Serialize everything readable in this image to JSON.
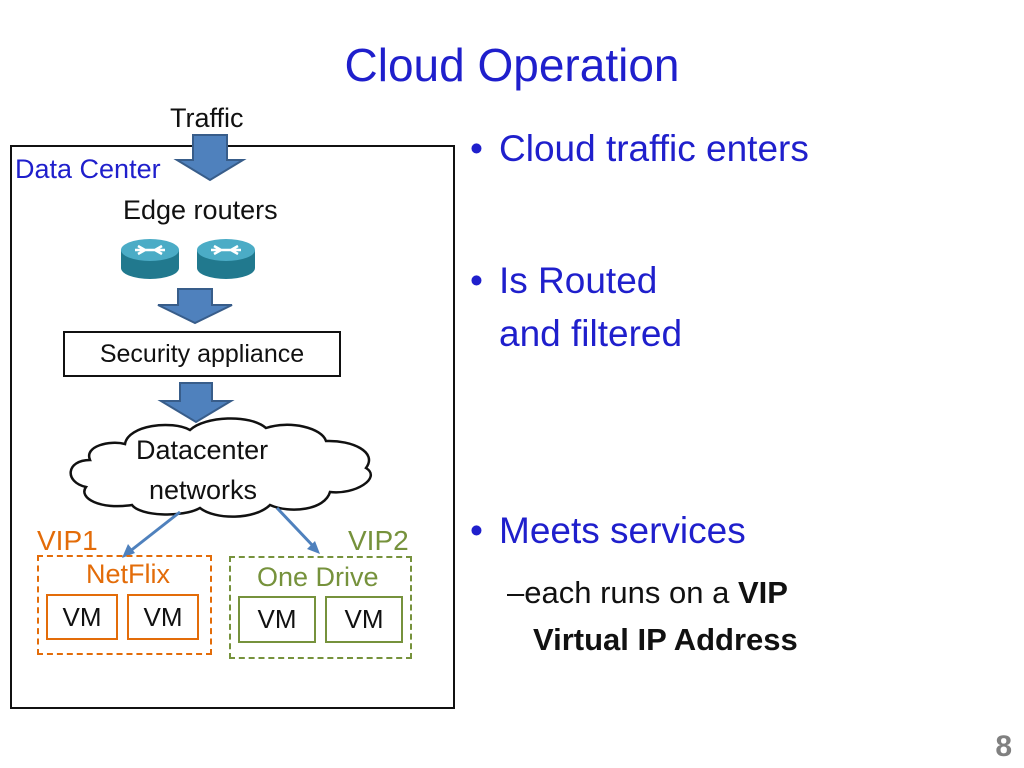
{
  "slide": {
    "title": "Cloud Operation",
    "page_number": "8"
  },
  "diagram": {
    "traffic_label": "Traffic",
    "data_center_label": "Data Center",
    "edge_routers_label": "Edge routers",
    "security_appliance_label": "Security appliance",
    "cloud_label_line1": "Datacenter",
    "cloud_label_line2": "networks",
    "vip1_label": "VIP1",
    "vip2_label": "VIP2",
    "netflix_label": "NetFlix",
    "onedrive_label": "One Drive",
    "vm_label": "VM",
    "colors": {
      "arrow": "#4f81bd",
      "router": "#31859c",
      "netflix": "#e36c09",
      "onedrive": "#76923c",
      "title": "#1f1fcc"
    }
  },
  "bullets": [
    {
      "text": "Cloud traffic enters"
    },
    {
      "line1": "Is Routed",
      "line2": "and filtered"
    },
    {
      "text": "Meets services"
    }
  ],
  "sub_bullet": {
    "prefix": "–each runs on a ",
    "bold1": "VIP",
    "bold2": "Virtual IP Address"
  }
}
